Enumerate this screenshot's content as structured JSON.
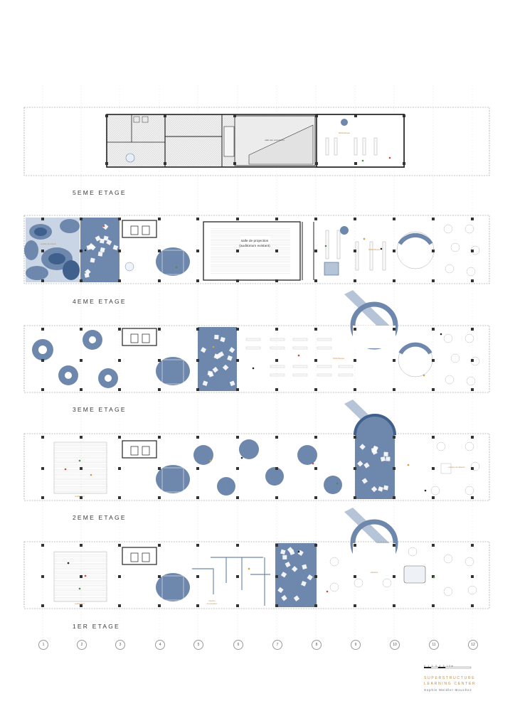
{
  "colors": {
    "accent_blue": "#6e88ad",
    "deep_blue": "#3f5f8d",
    "light_blue": "#b6c4d8",
    "label_orange": "#d08a3a",
    "hatch_grey": "#e3e3e3",
    "wall": "#2b2b2b"
  },
  "floors": [
    {
      "id": "f5",
      "label": "5EME ETAGE"
    },
    {
      "id": "f4",
      "label": "4EME ETAGE"
    },
    {
      "id": "f3",
      "label": "3EME ETAGE"
    },
    {
      "id": "f2",
      "label": "2EME ETAGE"
    },
    {
      "id": "f1",
      "label": "1ER ETAGE"
    }
  ],
  "axes": [
    "1",
    "2",
    "3",
    "4",
    "5",
    "6",
    "7",
    "8",
    "9",
    "10",
    "11",
    "12"
  ],
  "rooms": {
    "f4_projection_line1": "salle de projection",
    "f4_projection_line2": "(auditorium existant)",
    "f4_library": "bibliothèque",
    "f4_reading": "espace de lecture",
    "f3_library": "bibliothèque",
    "f2_auditorium": "auditorium",
    "f2_study": "espace de détente",
    "f1_auditorium": "auditorium",
    "f1_exhibition_line1": "espace",
    "f1_exhibition_line2": "d'exposition",
    "f1_cafeteria": "cafétéria",
    "f5_library": "bibliothèque",
    "f5_hall": "salle des expositions"
  },
  "scale": {
    "label": "0 1 2 3 4 5          10m"
  },
  "title_block": {
    "line1": "SUPERSTRUCTURE",
    "line2": "LEARNING CENTER",
    "author": "Sophie  Meidler-Bouchez"
  }
}
